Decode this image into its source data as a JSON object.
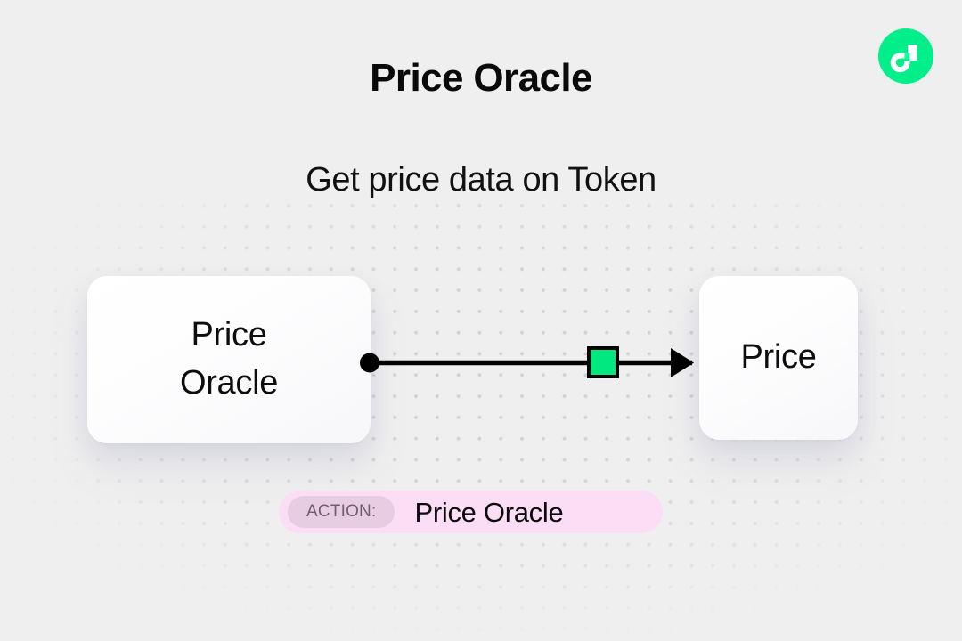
{
  "header": {
    "title": "Price Oracle",
    "subtitle": "Get price data on Token",
    "logo_icon": "flow-logo-icon"
  },
  "canvas": {
    "background_color": "#efefef",
    "dot_color": "#d2d2d2",
    "nodes": [
      {
        "id": "source",
        "label": "Price\nOracle",
        "has_output_port": true,
        "port_icon": "connection-dot-icon"
      },
      {
        "id": "target",
        "label": "Price",
        "has_input_port": true,
        "port_icon": "arrowhead-icon"
      }
    ],
    "connector": {
      "id": "source-to-target",
      "line_color": "#000000",
      "marker_icon": "green-square-marker-icon",
      "marker_color": "#00e87e",
      "marker_border_color": "#000000",
      "start_dot_color": "#000000",
      "arrow_color": "#000000"
    }
  },
  "action": {
    "badge_label": "ACTION:",
    "value": "Price Oracle",
    "bar_color": "#fbddf6",
    "badge_color": "#e8cce2",
    "badge_text_color": "#6f6070"
  }
}
